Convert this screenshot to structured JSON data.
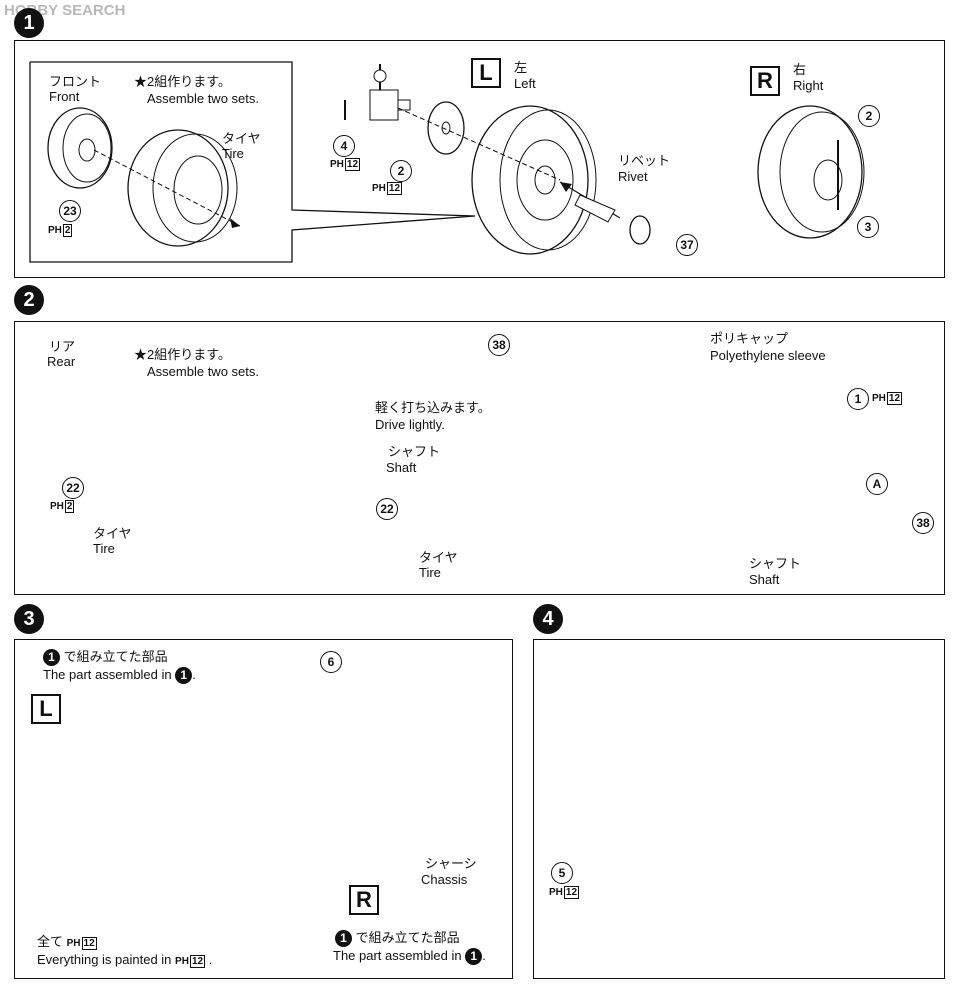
{
  "watermark": {
    "brand": "HOBBY SEARCH"
  },
  "steps": {
    "s1": {
      "num": "1",
      "front_jp": "フロント",
      "front_en": "Front",
      "assemble_jp": "★2組作ります。",
      "assemble_en": "Assemble two sets.",
      "tire_jp": "タイヤ",
      "tire_en": "Tire",
      "left_box": "L",
      "left_jp": "左",
      "left_en": "Left",
      "right_box": "R",
      "right_jp": "右",
      "right_en": "Right",
      "rivet_jp": "リベット",
      "rivet_en": "Rivet",
      "parts": [
        "23",
        "4",
        "2",
        "37",
        "2",
        "3"
      ],
      "paint_23": "2",
      "paint_4": "12",
      "paint_2": "12"
    },
    "s2": {
      "num": "2",
      "rear_jp": "リア",
      "rear_en": "Rear",
      "assemble_jp": "★2組作ります。",
      "assemble_en": "Assemble two sets.",
      "drive_jp": "軽く打ち込みます。",
      "drive_en": "Drive lightly.",
      "shaft_jp": "シャフト",
      "shaft_en": "Shaft",
      "tire_jp": "タイヤ",
      "tire_en": "Tire",
      "tire2_jp": "タイヤ",
      "tire2_en": "Tire",
      "poly_jp": "ポリキャップ",
      "poly_en": "Polyethylene sleeve",
      "shaft2_jp": "シャフト",
      "shaft2_en": "Shaft",
      "parts": [
        "22",
        "22",
        "38",
        "1",
        "A",
        "38"
      ],
      "paint_22": "2",
      "paint_1": "12"
    },
    "s3": {
      "num": "3",
      "assembled_jp": "で組み立てた部品",
      "assembled_en": "The part assembled in",
      "ref": "1",
      "left_box": "L",
      "right_box": "R",
      "chassis_jp": "シャーシ",
      "chassis_en": "Chassis",
      "all_jp": "全て",
      "all_en": "Everything is painted in",
      "part_6": "6",
      "paint_all": "12"
    },
    "s4": {
      "num": "4",
      "part_5": "5",
      "paint_5": "12"
    }
  },
  "paint_prefix": "PH"
}
